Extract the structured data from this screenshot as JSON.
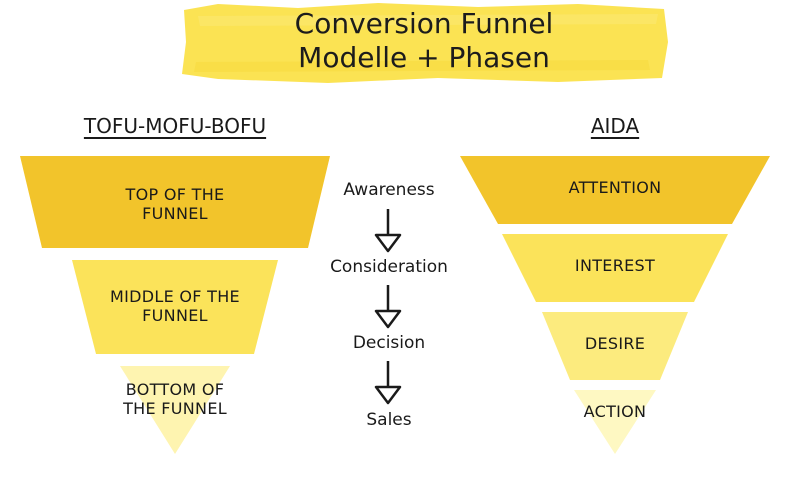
{
  "colors": {
    "brush": "#fbe24a",
    "dark": "#f2c42b",
    "mid": "#fbe35a",
    "light": "#fdf29a",
    "lightest": "#fef8c2"
  },
  "header": {
    "title_line1": "Conversion Funnel",
    "title_line2": "Modelle + Phasen"
  },
  "left_funnel": {
    "heading": "TOFU-MOFU-BOFU",
    "segments": [
      {
        "line1": "TOP OF THE",
        "line2": "FUNNEL"
      },
      {
        "line1": "MIDDLE OF THE",
        "line2": "FUNNEL"
      },
      {
        "line1": "BOTTOM OF",
        "line2": "THE FUNNEL"
      }
    ]
  },
  "phases": {
    "steps": [
      "Awareness",
      "Consideration",
      "Decision",
      "Sales"
    ]
  },
  "right_funnel": {
    "heading": "AIDA",
    "segments": [
      "ATTENTION",
      "INTEREST",
      "DESIRE",
      "ACTION"
    ]
  }
}
